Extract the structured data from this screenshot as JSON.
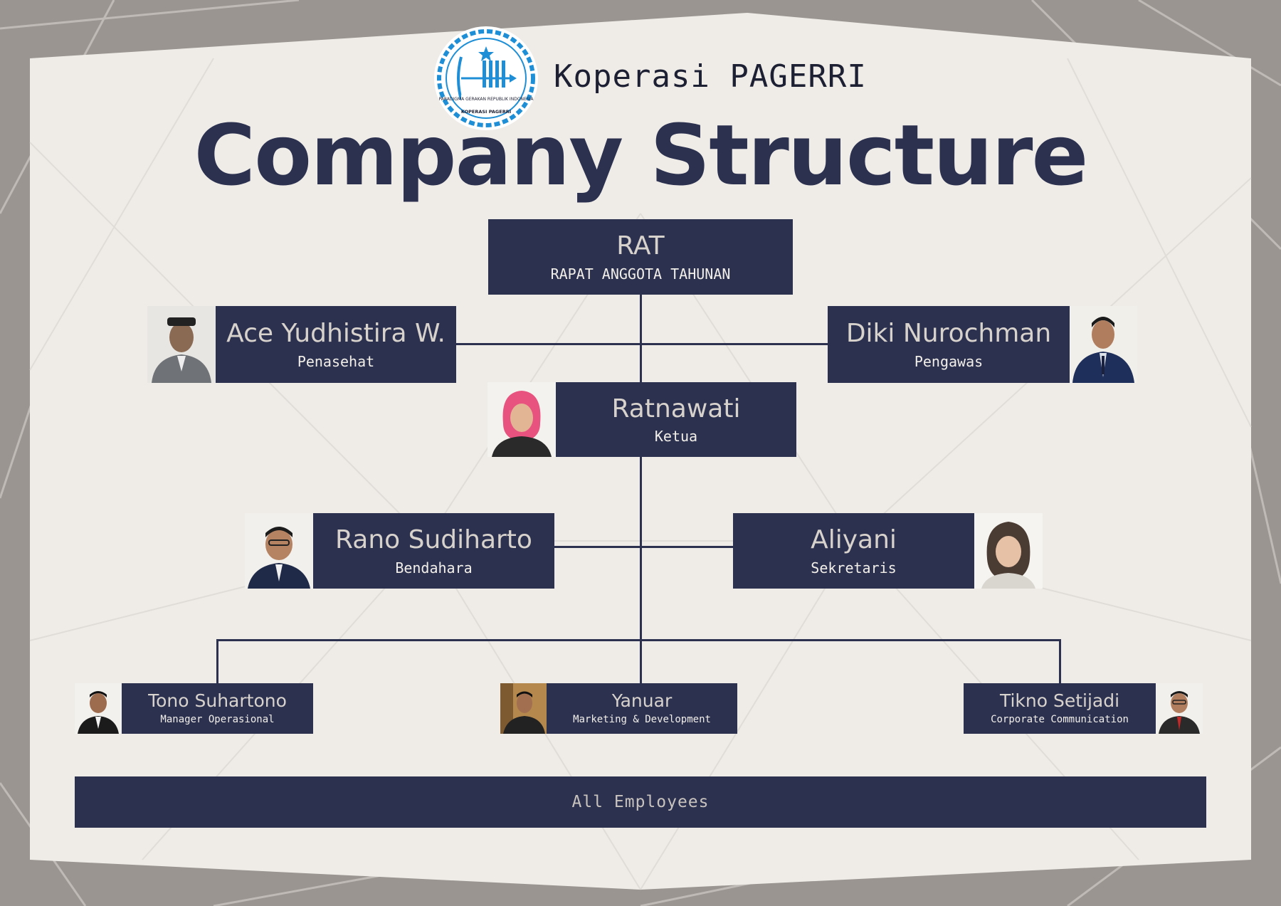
{
  "header": {
    "org_name": "Koperasi PAGERRI",
    "title": "Company Structure",
    "logo_text_top": "PARADIGMA GERAKAN REPUBLIK INDONESIA",
    "logo_text_bottom": "KOPERASI PAGERRI"
  },
  "nodes": {
    "rat": {
      "name": "RAT",
      "role": "RAPAT ANGGOTA TAHUNAN"
    },
    "penasehat": {
      "name": "Ace Yudhistira W.",
      "role": "Penasehat"
    },
    "pengawas": {
      "name": "Diki Nurochman",
      "role": "Pengawas"
    },
    "ketua": {
      "name": "Ratnawati",
      "role": "Ketua"
    },
    "bendahara": {
      "name": "Rano Sudiharto",
      "role": "Bendahara"
    },
    "sekretaris": {
      "name": "Aliyani",
      "role": "Sekretaris"
    },
    "manager_ops": {
      "name": "Tono Suhartono",
      "role": "Manager Operasional"
    },
    "marketing": {
      "name": "Yanuar",
      "role": "Marketing & Development"
    },
    "corp_comm": {
      "name": "Tikno Setijadi",
      "role": "Corporate Communication"
    }
  },
  "footer": {
    "all_employees": "All Employees"
  },
  "colors": {
    "navy": "#2c3150",
    "panel": "#efece8",
    "logo_blue": "#1e8fd6"
  }
}
